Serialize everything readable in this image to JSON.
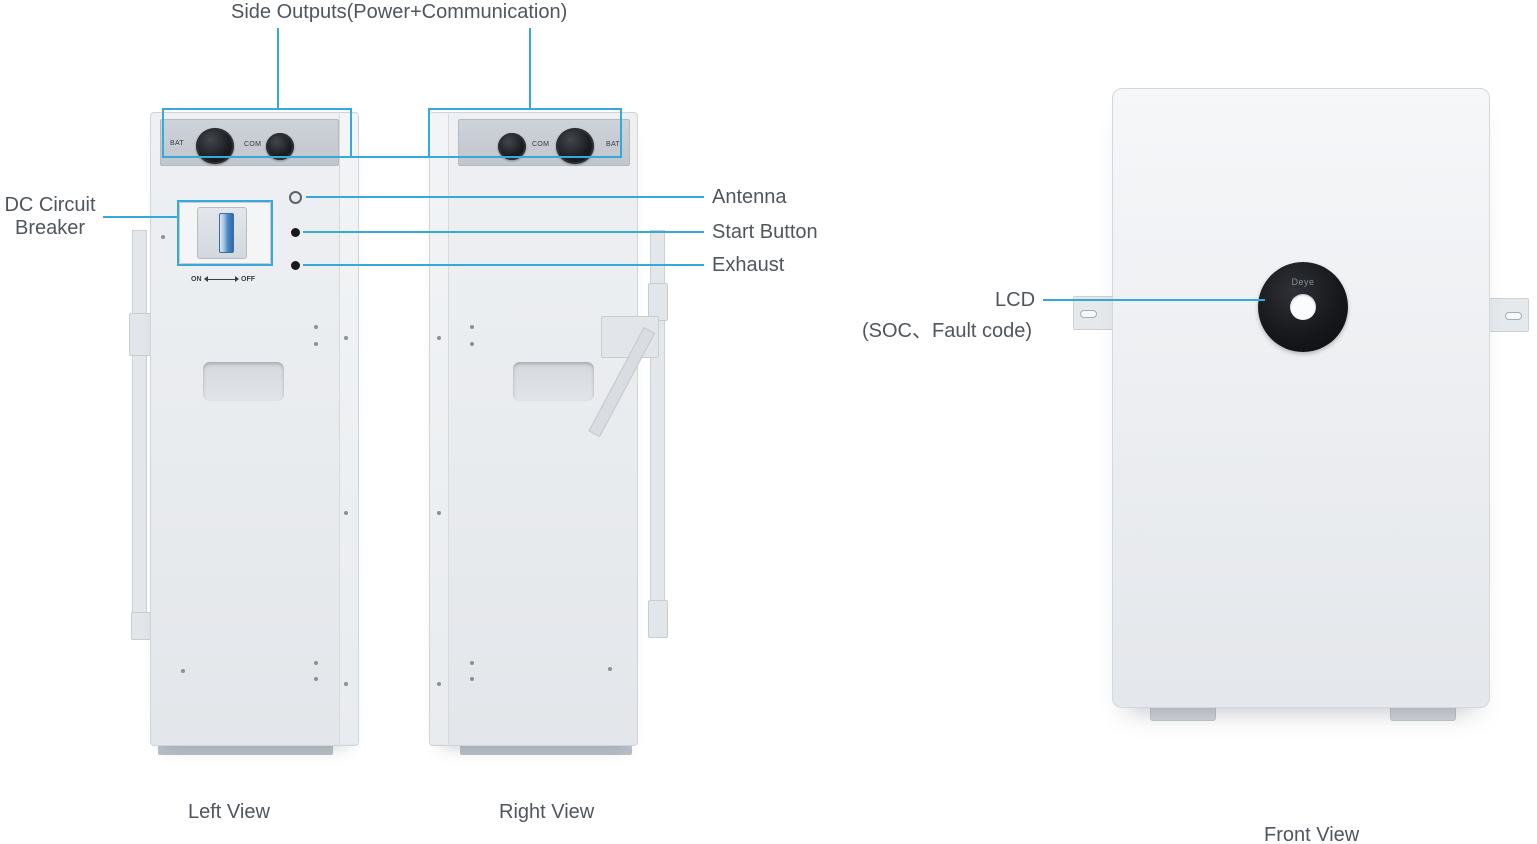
{
  "callouts": {
    "side_outputs": "Side Outputs(Power+Communication)",
    "dc_breaker_line1": "DC Circuit",
    "dc_breaker_line2": "Breaker",
    "antenna": "Antenna",
    "start_button": "Start Button",
    "exhaust": "Exhaust",
    "lcd_line1": "LCD",
    "lcd_line2": "(SOC、Fault code)"
  },
  "views": {
    "left": "Left View",
    "right": "Right View",
    "front": "Front View"
  },
  "left_unit": {
    "port_a_label": "BAT",
    "port_b_label": "COM",
    "breaker_on": "ON",
    "breaker_off": "OFF"
  },
  "right_unit": {
    "port_a_label": "COM",
    "port_b_label": "BAT"
  },
  "front_unit": {
    "brand": "Deye"
  },
  "colors": {
    "callout_blue": "#35a8dc",
    "label_text": "#4f565e",
    "body_gray": "#e8ebee",
    "panel_gray": "#c6cbd1",
    "port_black": "#141518"
  }
}
